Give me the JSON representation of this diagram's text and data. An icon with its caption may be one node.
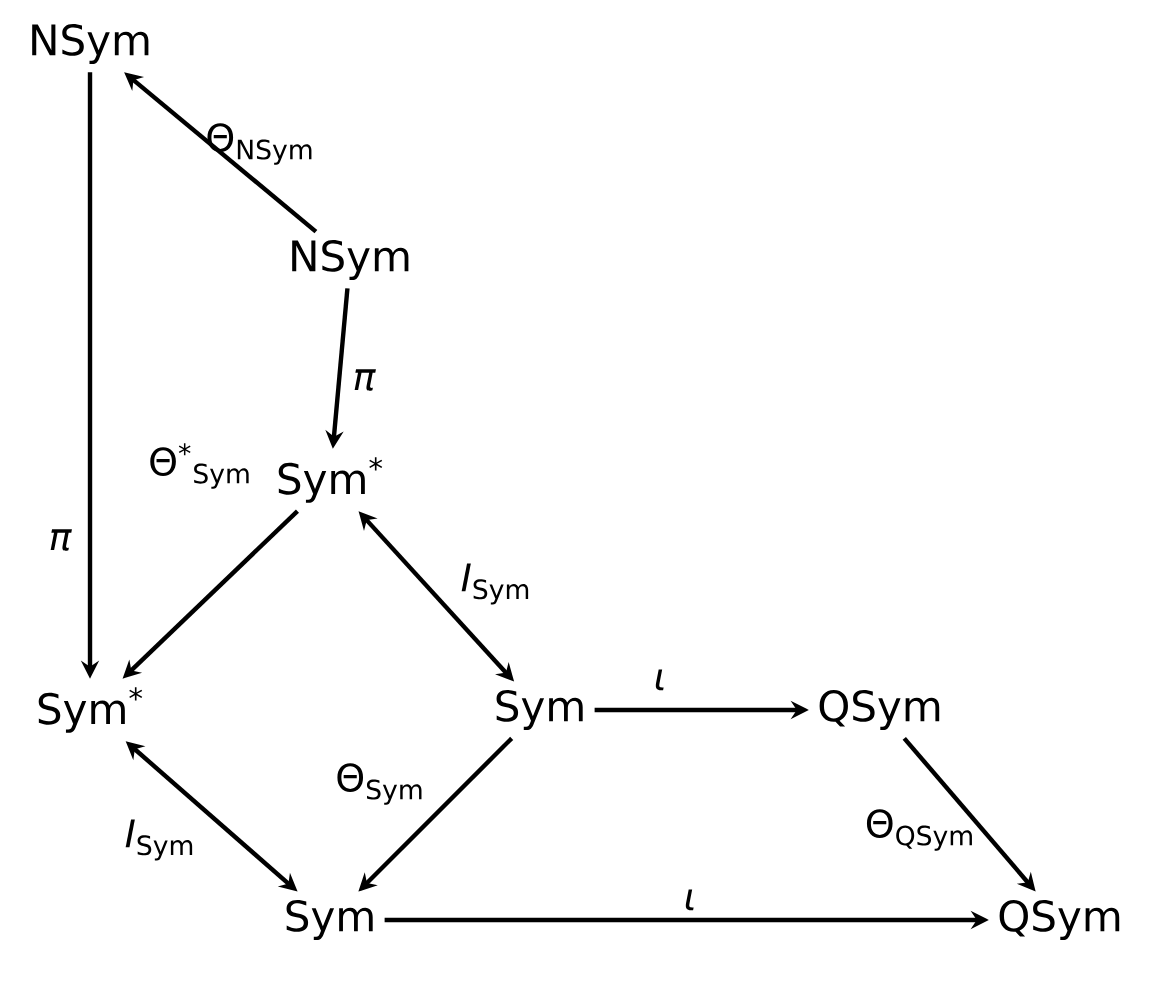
{
  "diagram": {
    "nodes": [
      {
        "text": [
          "NSym"
        ]
      },
      {
        "text": [
          "NSym"
        ]
      },
      {
        "text": [
          "Sym$^{*}$"
        ]
      },
      {
        "text": [
          "Sym$^{*}$"
        ]
      },
      {
        "text": [
          "Sym"
        ]
      },
      {
        "text": [
          "QSym"
        ]
      },
      {
        "text": [
          "Sym"
        ]
      },
      {
        "text": [
          "QSym"
        ]
      }
    ],
    "edges": [
      {
        "from": 1,
        "to": 0,
        "arrow": "to",
        "label": "Θ$_{NSym}$"
      },
      {
        "from": 0,
        "to": 3,
        "arrow": "to",
        "label": "π"
      },
      {
        "from": 1,
        "to": 2,
        "arrow": "to",
        "label": "π"
      },
      {
        "from": 2,
        "to": 3,
        "arrow": "to",
        "label": "Θ$^{*}$$_{Sym}$"
      },
      {
        "from": 2,
        "to": 4,
        "arrow": "both",
        "label": "*I*$_{Sym}$"
      },
      {
        "from": 4,
        "to": 5,
        "arrow": "to",
        "label": "ι"
      },
      {
        "from": 4,
        "to": 6,
        "arrow": "to",
        "label": "Θ$_{Sym}$"
      },
      {
        "from": 3,
        "to": 6,
        "arrow": "both",
        "label": "*I*$_{Sym}$"
      },
      {
        "from": 5,
        "to": 7,
        "arrow": "to",
        "label": "Θ$_{QSym}$"
      },
      {
        "from": 6,
        "to": 7,
        "arrow": "to",
        "label": "ι"
      }
    ]
  }
}
